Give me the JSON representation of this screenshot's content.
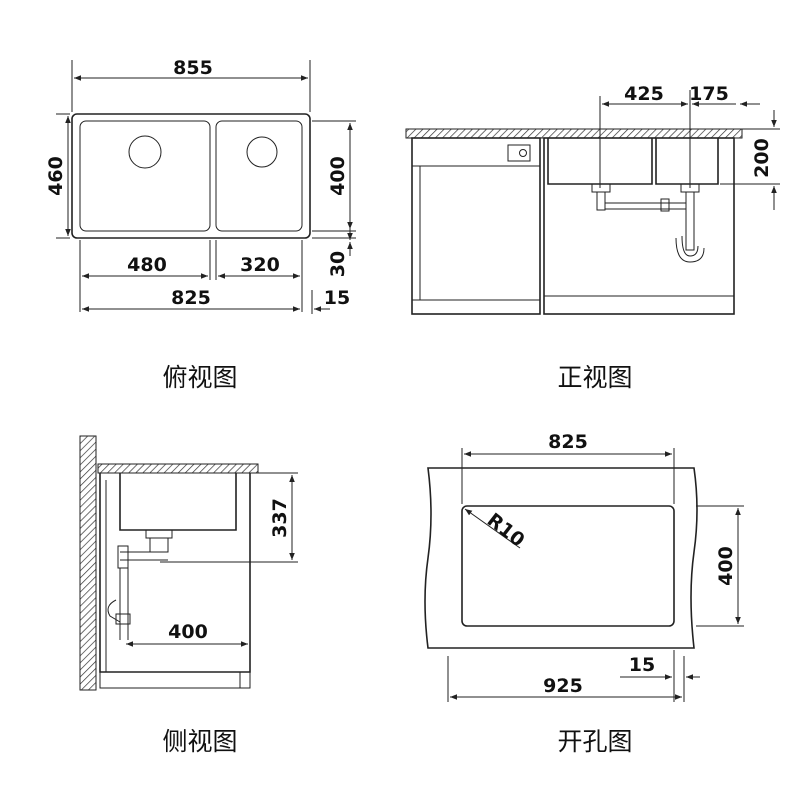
{
  "top_view": {
    "caption": "俯视图",
    "dim_overall_width": "855",
    "dim_overall_depth": "460",
    "dim_inner_depth": "400",
    "dim_left_bowl": "480",
    "dim_right_bowl": "320",
    "dim_inner_width": "825",
    "dim_rim_30": "30",
    "dim_rim_15": "15"
  },
  "front_view": {
    "caption": "正视图",
    "dim_425": "425",
    "dim_175": "175",
    "dim_height": "200"
  },
  "side_view": {
    "caption": "侧视图",
    "dim_depth": "337",
    "dim_drain_offset": "400"
  },
  "cutout_view": {
    "caption": "开孔图",
    "dim_cut_width": "825",
    "dim_cut_depth": "400",
    "dim_radius": "R10",
    "dim_total_width": "925",
    "dim_edge": "15"
  }
}
